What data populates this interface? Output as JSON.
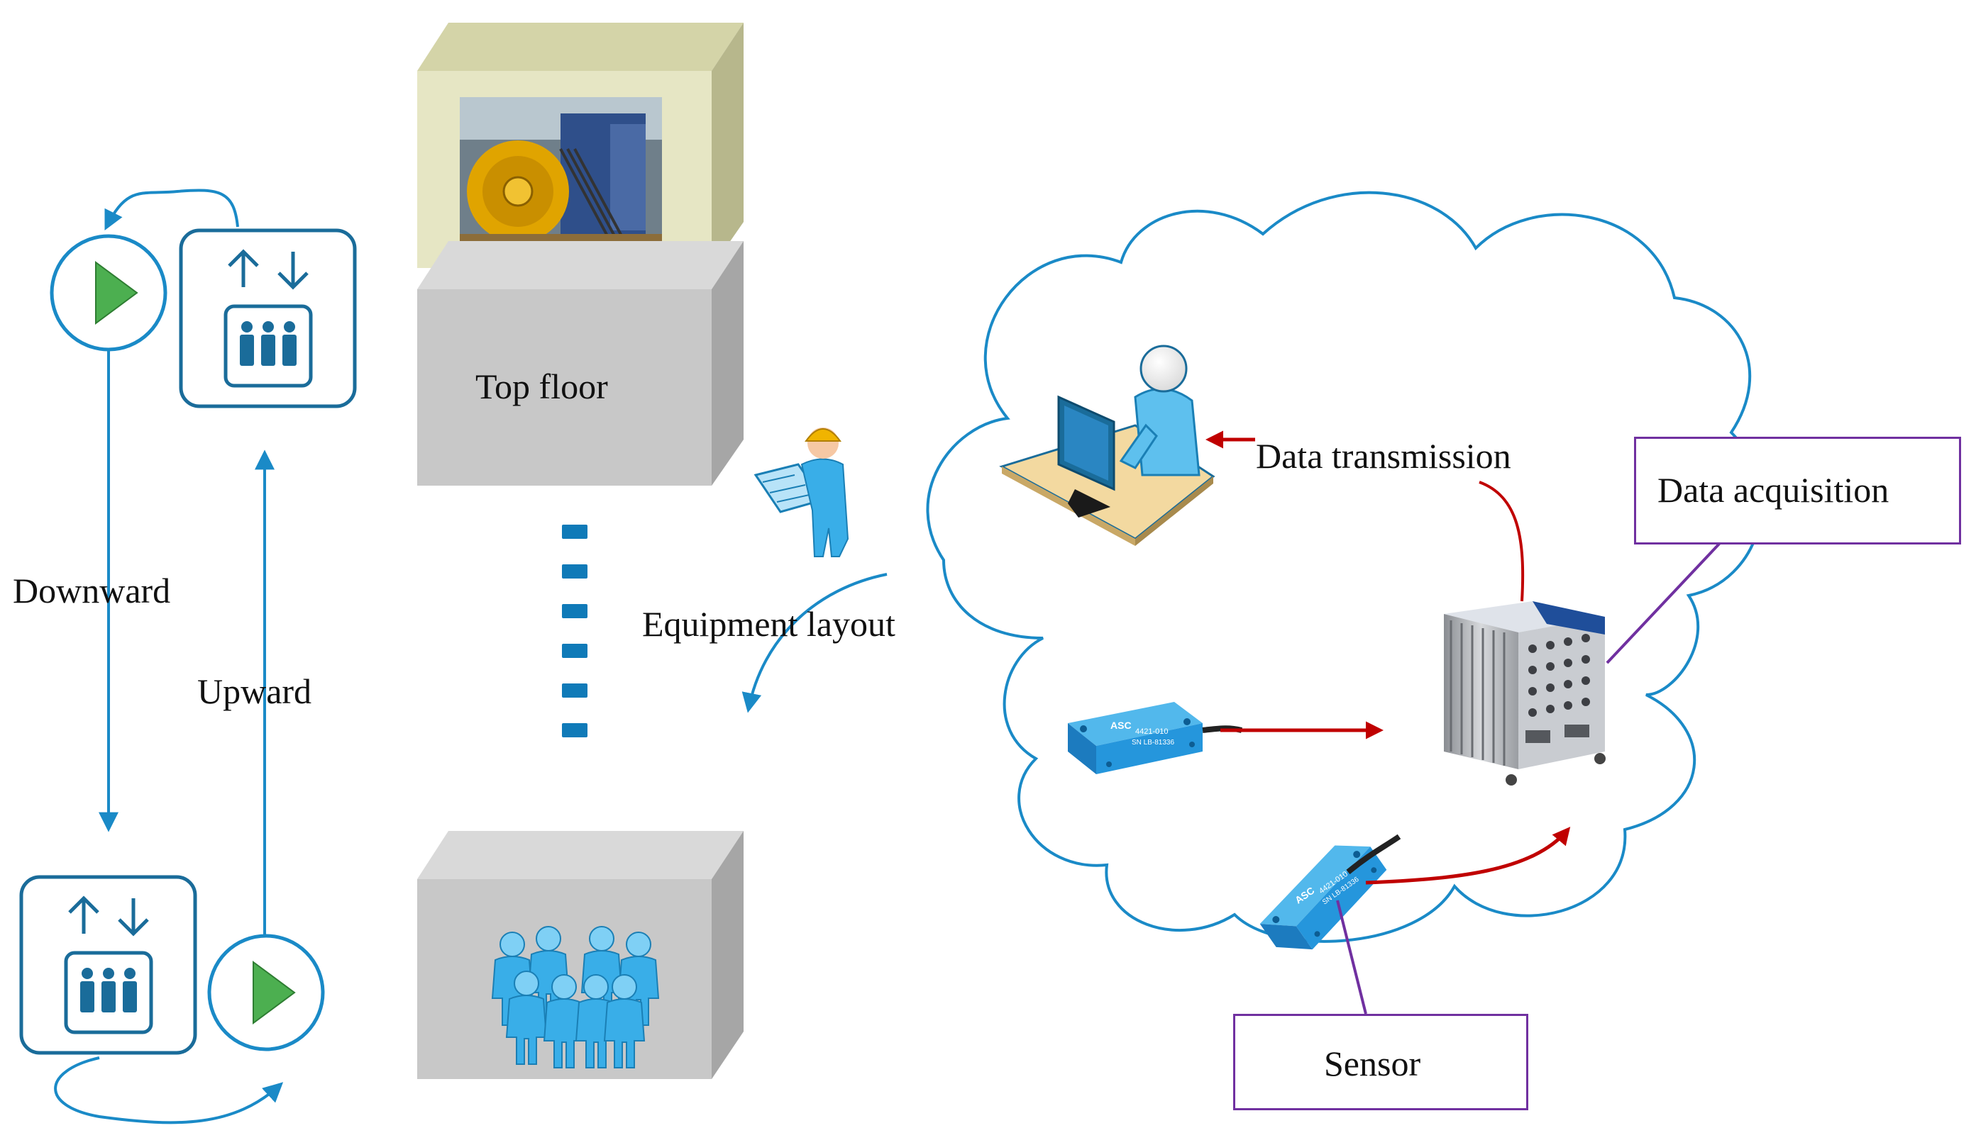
{
  "labels": {
    "top_floor": "Top floor",
    "downward": "Downward",
    "upward": "Upward",
    "equipment_layout": "Equipment layout",
    "data_transmission": "Data transmission",
    "data_acquisition": "Data acquisition",
    "sensor": "Sensor"
  },
  "sensor_lettering": {
    "brand": "ASC",
    "model": "4421-010",
    "serial": "SN LB-81336"
  },
  "colors": {
    "flow_blue": "#1a8ac7",
    "box_purple": "#7030a0",
    "arrow_red": "#c00000",
    "floor_gray": "#c8c8c8",
    "machine_room": "#e6e6c4",
    "play_green": "#4caf50",
    "sensor_blue": "#1f8fd6"
  },
  "icons": [
    "play-icon",
    "elevator-icon",
    "traction-machine-image",
    "people-group-icon",
    "engineer-icon",
    "operator-computer-icon",
    "accelerometer-sensor-image",
    "data-acquisition-device-image",
    "cloud-shape"
  ]
}
